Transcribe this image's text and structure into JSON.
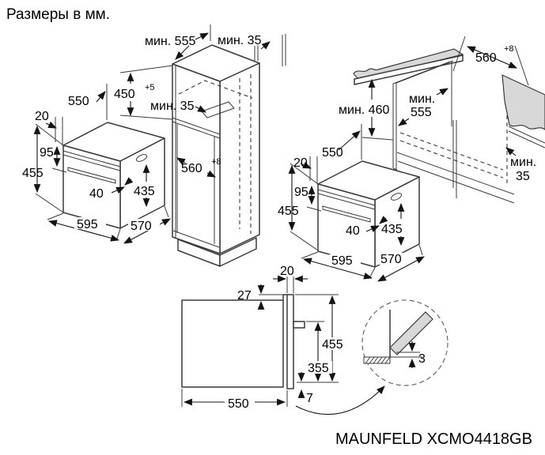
{
  "title": "Размеры в мм.",
  "model_label": "MAUNFELD XCMO4418GB",
  "colors": {
    "line": "#3a3a3a",
    "dimension": "#141414",
    "surface": "#d8d8d8",
    "background": "#ffffff"
  },
  "left_oven": {
    "top_depth": "550",
    "front_offset": "20",
    "panel_height": "95",
    "height": "455",
    "handle_clearance": "40",
    "door_height": "435",
    "width": "595",
    "body_depth": "570"
  },
  "tall_cabinet": {
    "min_depth": "мин. 555",
    "min_top_gap": "мин. 35",
    "niche_height": "450",
    "niche_height_tol": "+5",
    "min_shelf_gap": "мин. 35",
    "niche_width": "560",
    "niche_width_tol": "+8"
  },
  "right_oven": {
    "top_depth": "550",
    "front_offset": "20",
    "panel_height": "95",
    "height": "455",
    "handle_clearance": "40",
    "door_height": "435",
    "width": "595",
    "body_depth": "570"
  },
  "under_counter": {
    "min_height": "мин. 460",
    "min_depth_word": "мин.",
    "min_depth_value": "555",
    "niche_width": "560",
    "niche_width_tol": "+8",
    "min_back_gap_word": "мин.",
    "min_back_gap_value": "35"
  },
  "side_view": {
    "door_thickness": "20",
    "top_protrusion": "27",
    "height": "455",
    "handle_height": "355",
    "bottom_gap": "7",
    "depth": "550"
  },
  "detail_view": {
    "floor_gap": "3"
  }
}
